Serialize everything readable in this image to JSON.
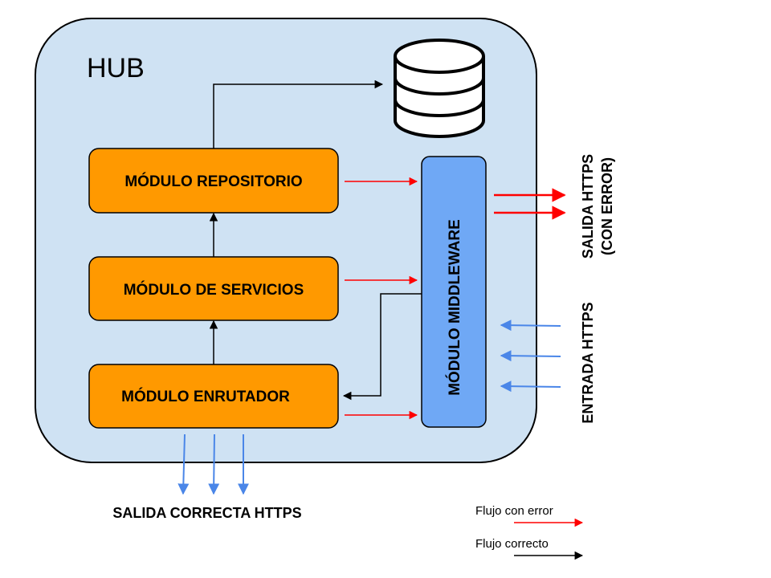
{
  "hub": {
    "label": "HUB"
  },
  "modules": {
    "repository": "MÓDULO REPOSITORIO",
    "services": "MÓDULO DE SERVICIOS",
    "router": "MÓDULO ENRUTADOR",
    "middleware": "MÓDULO MIDDLEWARE"
  },
  "labels": {
    "error_output_line1": "SALIDA HTTPS",
    "error_output_line2": "(CON ERROR)",
    "https_input": "ENTRADA HTTPS",
    "correct_output": "SALIDA CORRECTA HTTPS"
  },
  "legend": {
    "error_flow": "Flujo con error",
    "correct_flow": "Flujo correcto"
  },
  "colors": {
    "hub_fill": "#cfe2f3",
    "module_fill": "#ff9900",
    "middleware_fill": "#6fa8f5",
    "error_arrow": "#ff0000",
    "input_arrow": "#4a86e8",
    "flow_arrow": "#000000"
  },
  "icons": {
    "database": "database-icon"
  }
}
